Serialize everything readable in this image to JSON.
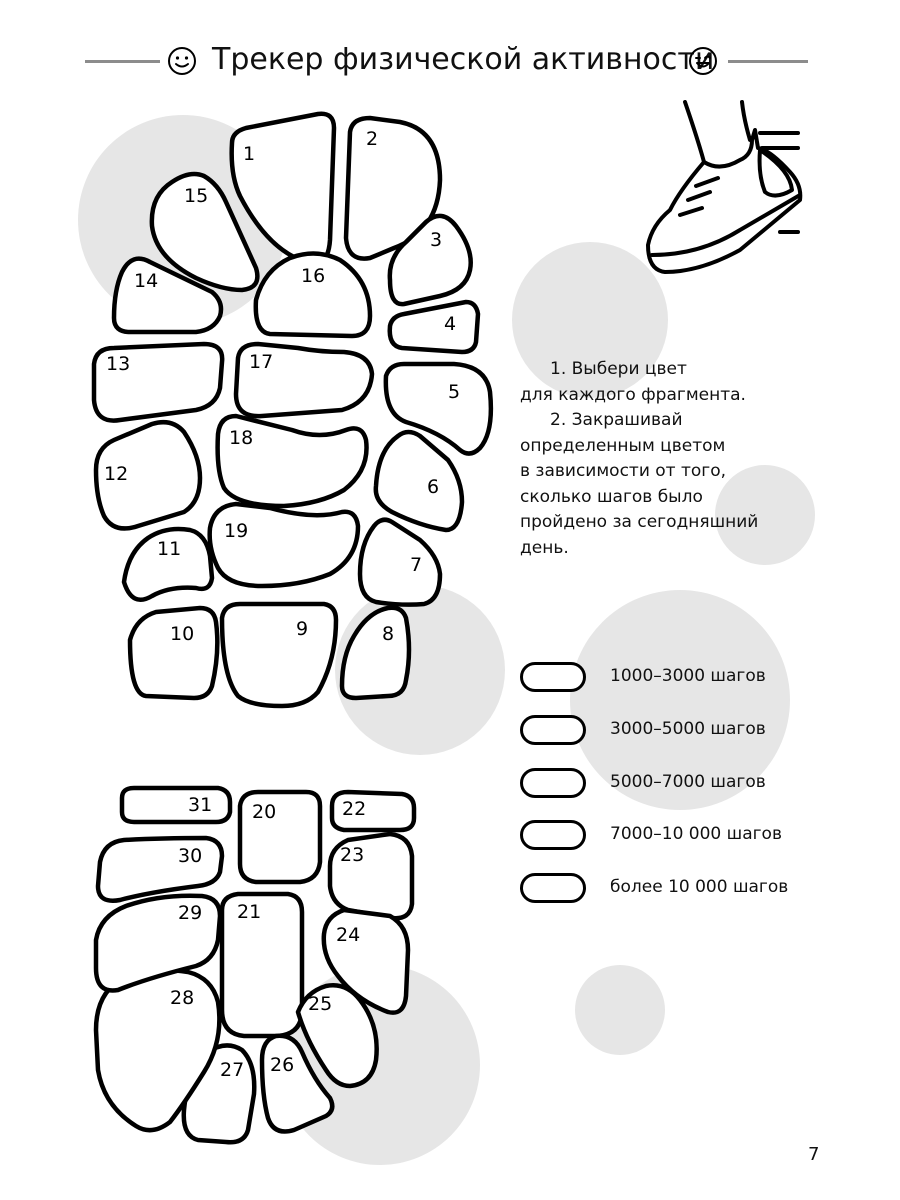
{
  "header": {
    "title": "Трекер физической активности"
  },
  "instructions": {
    "step1_line1": "1. Выбери цвет",
    "step1_line2": "для каждого фрагмента.",
    "step2_line1": "2. Закрашивай",
    "step2_line2": "определенным цветом",
    "step2_line3": "в зависимости от того,",
    "step2_line4": "сколько шагов было",
    "step2_line5": "пройдено за сегодняшний",
    "step2_line6": "день."
  },
  "legend": [
    {
      "label": "1000–3000 шагов"
    },
    {
      "label": "3000–5000 шагов"
    },
    {
      "label": "5000–7000 шагов"
    },
    {
      "label": "7000–10 000 шагов"
    },
    {
      "label": "более 10 000 шагов"
    }
  ],
  "footprint": {
    "pieces": [
      "1",
      "2",
      "3",
      "4",
      "5",
      "6",
      "7",
      "8",
      "9",
      "10",
      "11",
      "12",
      "13",
      "14",
      "15",
      "16",
      "17",
      "18",
      "19",
      "20",
      "21",
      "22",
      "23",
      "24",
      "25",
      "26",
      "27",
      "28",
      "29",
      "30",
      "31"
    ]
  },
  "page_number": "7",
  "colors": {
    "decor_circle": "#e6e6e6",
    "header_line": "#8c8c8c",
    "outline": "#000000"
  },
  "icons": [
    "smiley-icon",
    "smiley-wink-icon",
    "sneaker-icon"
  ]
}
